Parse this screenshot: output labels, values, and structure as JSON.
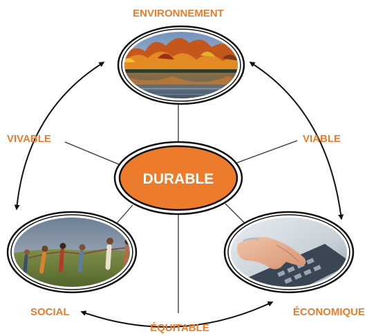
{
  "diagram": {
    "center": {
      "label": "DURABLE"
    },
    "nodes": {
      "top": {
        "label": "ENVIRONNEMENT",
        "image": "autumn-lake-photo"
      },
      "left": {
        "label": "SOCIAL",
        "image": "people-holding-hands-photo"
      },
      "right": {
        "label": "ÉCONOMIQUE",
        "image": "calculator-hand-photo"
      }
    },
    "links": {
      "left": "VIVABLE",
      "right": "VIABLE",
      "bottom": "ÉQUITABLE"
    },
    "colors": {
      "accent": "#ec7b2c",
      "ring": "#111111",
      "line": "#333333"
    }
  }
}
